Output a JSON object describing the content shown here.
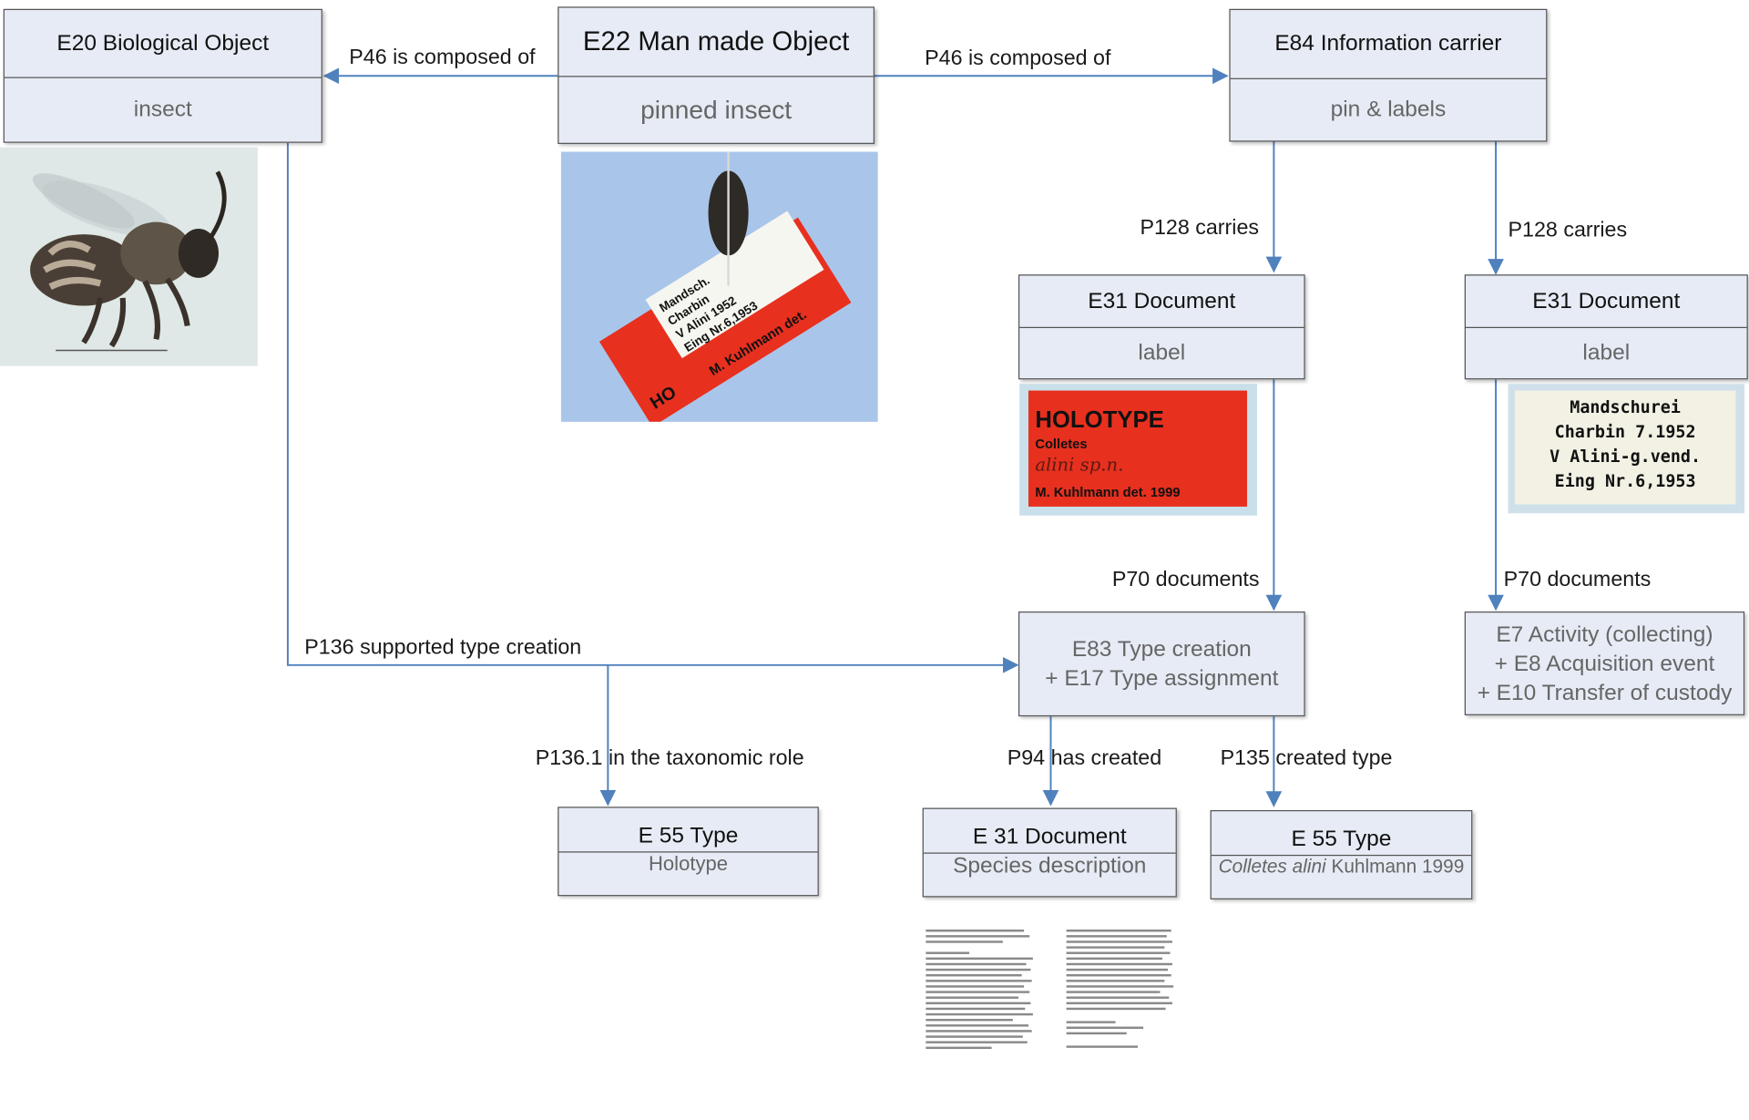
{
  "nodes": {
    "e20": {
      "title": "E20 Biological Object",
      "value": "insect"
    },
    "e22": {
      "title": "E22 Man made Object",
      "value": "pinned insect"
    },
    "e84": {
      "title": "E84 Information carrier",
      "value": "pin & labels"
    },
    "e31_left": {
      "title": "E31 Document",
      "value": "label"
    },
    "e31_right": {
      "title": "E31 Document",
      "value": "label"
    },
    "e83": {
      "line1": "E83 Type creation",
      "line2": "+ E17 Type assignment"
    },
    "e7": {
      "line1": "E7 Activity (collecting)",
      "line2": "+ E8 Acquisition event",
      "line3": "+ E10 Transfer of custody"
    },
    "e55_holotype": {
      "title": "E 55 Type",
      "value": "Holotype"
    },
    "e31_species": {
      "title": "E 31 Document",
      "value": "Species description"
    },
    "e55_colletes": {
      "title": "E 55 Type",
      "value_italic": "Colletes alini",
      "value_rest": " Kuhlmann 1999"
    }
  },
  "edges": {
    "p46_left": "P46 is composed of",
    "p46_right": "P46 is composed of",
    "p128_left": "P128 carries",
    "p128_right": "P128 carries",
    "p70_left": "P70 documents",
    "p70_right": "P70 documents",
    "p136": "P136 supported type creation",
    "p136_1": "P136.1 in the taxonomic role",
    "p94": "P94 has created",
    "p135": "P135 created type"
  },
  "labels": {
    "holotype_label": {
      "line1": "HOLOTYPE",
      "line2": "Colletes",
      "line3": "alini sp.n.",
      "line4": "M. Kuhlmann det. 1999"
    },
    "collection_label": {
      "line1": "Mandschurei",
      "line2": "Charbin 7.1952",
      "line3": "V Alini-g.vend.",
      "line4": "Eing Nr.6,1953"
    }
  },
  "colors": {
    "box_fill": "#e6ebf5",
    "arrow": "#4f81bd",
    "label_red": "#e8301f",
    "photo_bg": "#a9c6ea"
  }
}
